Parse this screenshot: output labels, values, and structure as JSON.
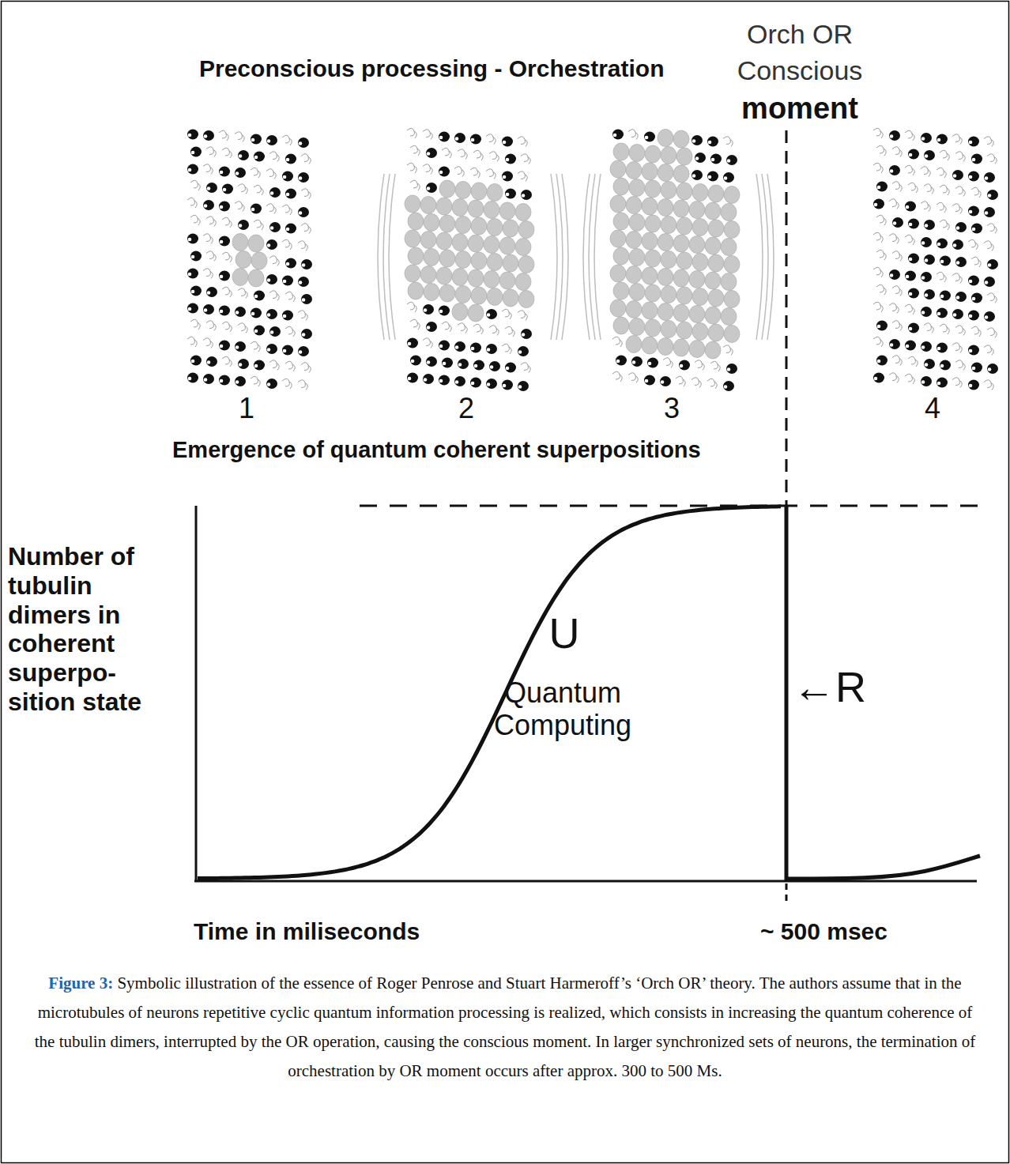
{
  "diagram": {
    "title": "Preconscious processing - Orchestration",
    "caption": "Figure 3: Symbolic illustration of the essence of Roger Penrose and Stuart Harmeroff’s ‘Orch OR’ theory. The authors assume that in the microtubules of neurons repetitive cyclic quantum information processing is realized, which consists in increasing the quantum coherence of the tubulin dimers, interrupted by the OR operation, causing the conscious moment. In larger synchronized sets of neurons, the termination of orchestration by OR moment occurs after approx. 300 to 500 Ms.",
    "labels": [
      "Orch OR",
      "Conscious",
      "moment",
      "1",
      "2",
      "3",
      "4",
      "Emergence of quantum coherent superpositions",
      "Number of tubulin dimers in coherent superpo- sition state",
      "U",
      "Quantum Computing",
      "←R",
      "Time in miliseconds",
      "~ 500 msec"
    ]
  }
}
